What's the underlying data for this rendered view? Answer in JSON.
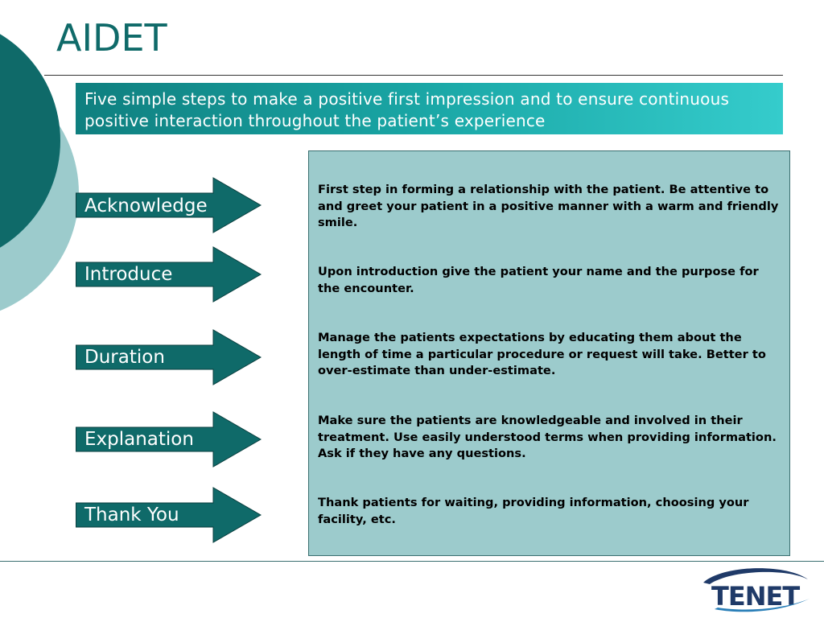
{
  "slide": {
    "title": "AIDET",
    "banner_text": "Five simple steps to make a positive first impression and to ensure continuous positive interaction throughout the patient’s experience"
  },
  "steps": [
    {
      "label": "Acknowledge",
      "description": "First step in forming a relationship with the patient.  Be attentive to and greet your patient in a positive manner with a warm and friendly smile."
    },
    {
      "label": "Introduce",
      "description": "Upon introduction give the patient your name and the purpose for the encounter."
    },
    {
      "label": "Duration",
      "description": "Manage the patients expectations by educating them about the length of time a particular procedure or request will take.  Better to over-estimate than under-estimate."
    },
    {
      "label": "Explanation",
      "description": "Make sure the patients are knowledgeable and involved in their treatment.  Use easily understood terms when providing information.  Ask if they have any questions."
    },
    {
      "label": "Thank You",
      "description": "Thank patients for waiting, providing information, choosing your facility, etc."
    }
  ],
  "logo": {
    "text": "TENET"
  },
  "colors": {
    "primary_teal": "#0f6a69",
    "light_teal": "#9ccbcc",
    "banner_gradient_start": "#0f7f7f",
    "banner_gradient_end": "#35cccc",
    "logo_navy": "#1f3a68",
    "logo_swoosh": "#2a7fb8"
  }
}
